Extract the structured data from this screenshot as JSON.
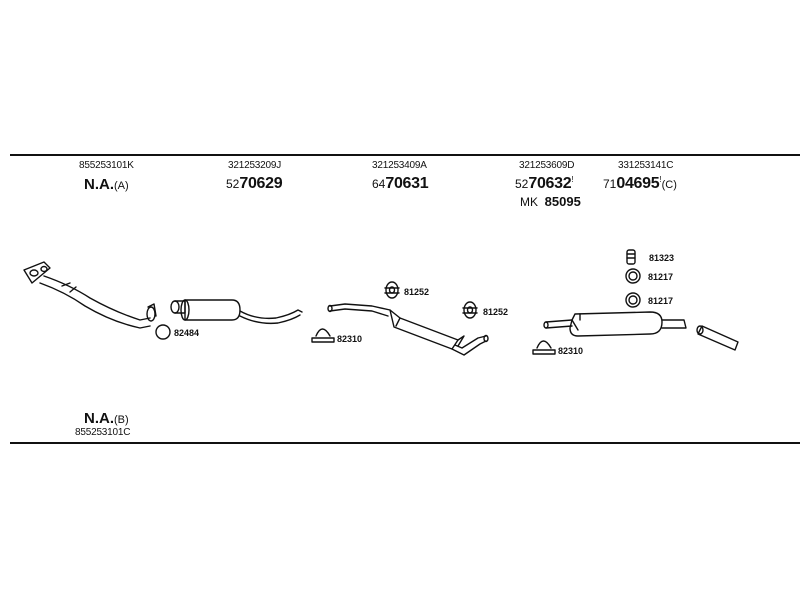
{
  "columns": [
    {
      "oem": "855253101K",
      "main": "N.A.",
      "suffix": "(A)"
    },
    {
      "oem": "321253209J",
      "prefix": "52",
      "main": "70629"
    },
    {
      "oem": "321253409A",
      "prefix": "64",
      "main": "70631"
    },
    {
      "oem": "321253609D",
      "prefix": "52",
      "main": "70632",
      "sup": "!"
    },
    {
      "oem": "331253141C",
      "prefix": "71",
      "main": "04695",
      "sup": "!",
      "suffix": "(C)"
    }
  ],
  "mk": {
    "prefix": "MK",
    "number": "85095"
  },
  "bottom": {
    "main": "N.A.",
    "suffix": "(B)",
    "oem": "855253101C"
  },
  "part_labels": {
    "p82484": "82484",
    "p82310a": "82310",
    "p81252a": "81252",
    "p81252b": "81252",
    "p82310b": "82310",
    "p81323": "81323",
    "p81217a": "81217",
    "p81217b": "81217"
  }
}
